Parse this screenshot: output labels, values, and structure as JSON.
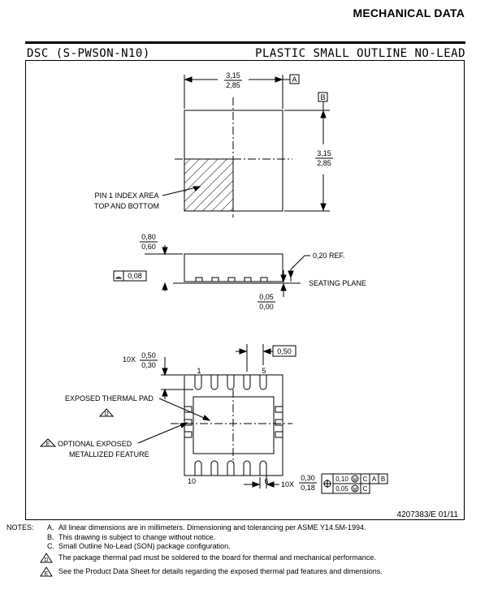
{
  "header": {
    "title": "MECHANICAL DATA"
  },
  "drawing": {
    "package_code": "DSC (S-PWSON-N10)",
    "package_name": "PLASTIC SMALL OUTLINE NO-LEAD",
    "top_view": {
      "width_max": "3,15",
      "width_min": "2,85",
      "length_max": "3,15",
      "length_min": "2,85",
      "datum_a": "A",
      "datum_b": "B",
      "pin1_label_line1": "PIN 1 INDEX AREA",
      "pin1_label_line2": "TOP AND BOTTOM"
    },
    "side_view": {
      "height_max": "0,80",
      "height_min": "0,60",
      "ref_dim": "0,20 REF.",
      "flatness_value": "0,08",
      "seating_plane": "SEATING PLANE",
      "standoff_max": "0,05",
      "standoff_min": "0,00"
    },
    "bottom_view": {
      "pad_count_prefix": "10X",
      "pad_len_max": "0,50",
      "pad_len_min": "0,30",
      "pitch": "0,50",
      "pin_1": "1",
      "pin_5": "5",
      "pin_6": "6",
      "pin_10": "10",
      "thermal_pad_label": "EXPOSED THERMAL PAD",
      "optional_label_line1": "OPTIONAL EXPOSED",
      "optional_label_line2": "METALLIZED FEATURE",
      "note_d_letter": "D",
      "note_e_letter": "E",
      "pad_width_prefix": "10X",
      "pad_width_max": "0,30",
      "pad_width_min": "0,18",
      "tol_1": "0,10",
      "tol_2": "0,05",
      "tol_mod": "M",
      "datum_c": "C",
      "datum_a": "A",
      "datum_b": "B"
    },
    "doc_number": "4207383/E 01/11"
  },
  "notes": {
    "label": "NOTES:",
    "items": [
      {
        "letter": "A.",
        "text": "All linear dimensions are in millimeters. Dimensioning and tolerancing per ASME Y14.5M-1994."
      },
      {
        "letter": "B.",
        "text": "This drawing is subject to change without notice."
      },
      {
        "letter": "C.",
        "text": "Small Outline No-Lead (SON) package configuration."
      },
      {
        "letter": "D",
        "text": "The package thermal pad must be soldered to the board for thermal and mechanical performance."
      },
      {
        "letter": "E",
        "text": "See the Product Data Sheet for details regarding the exposed thermal pad features and dimensions."
      }
    ]
  }
}
